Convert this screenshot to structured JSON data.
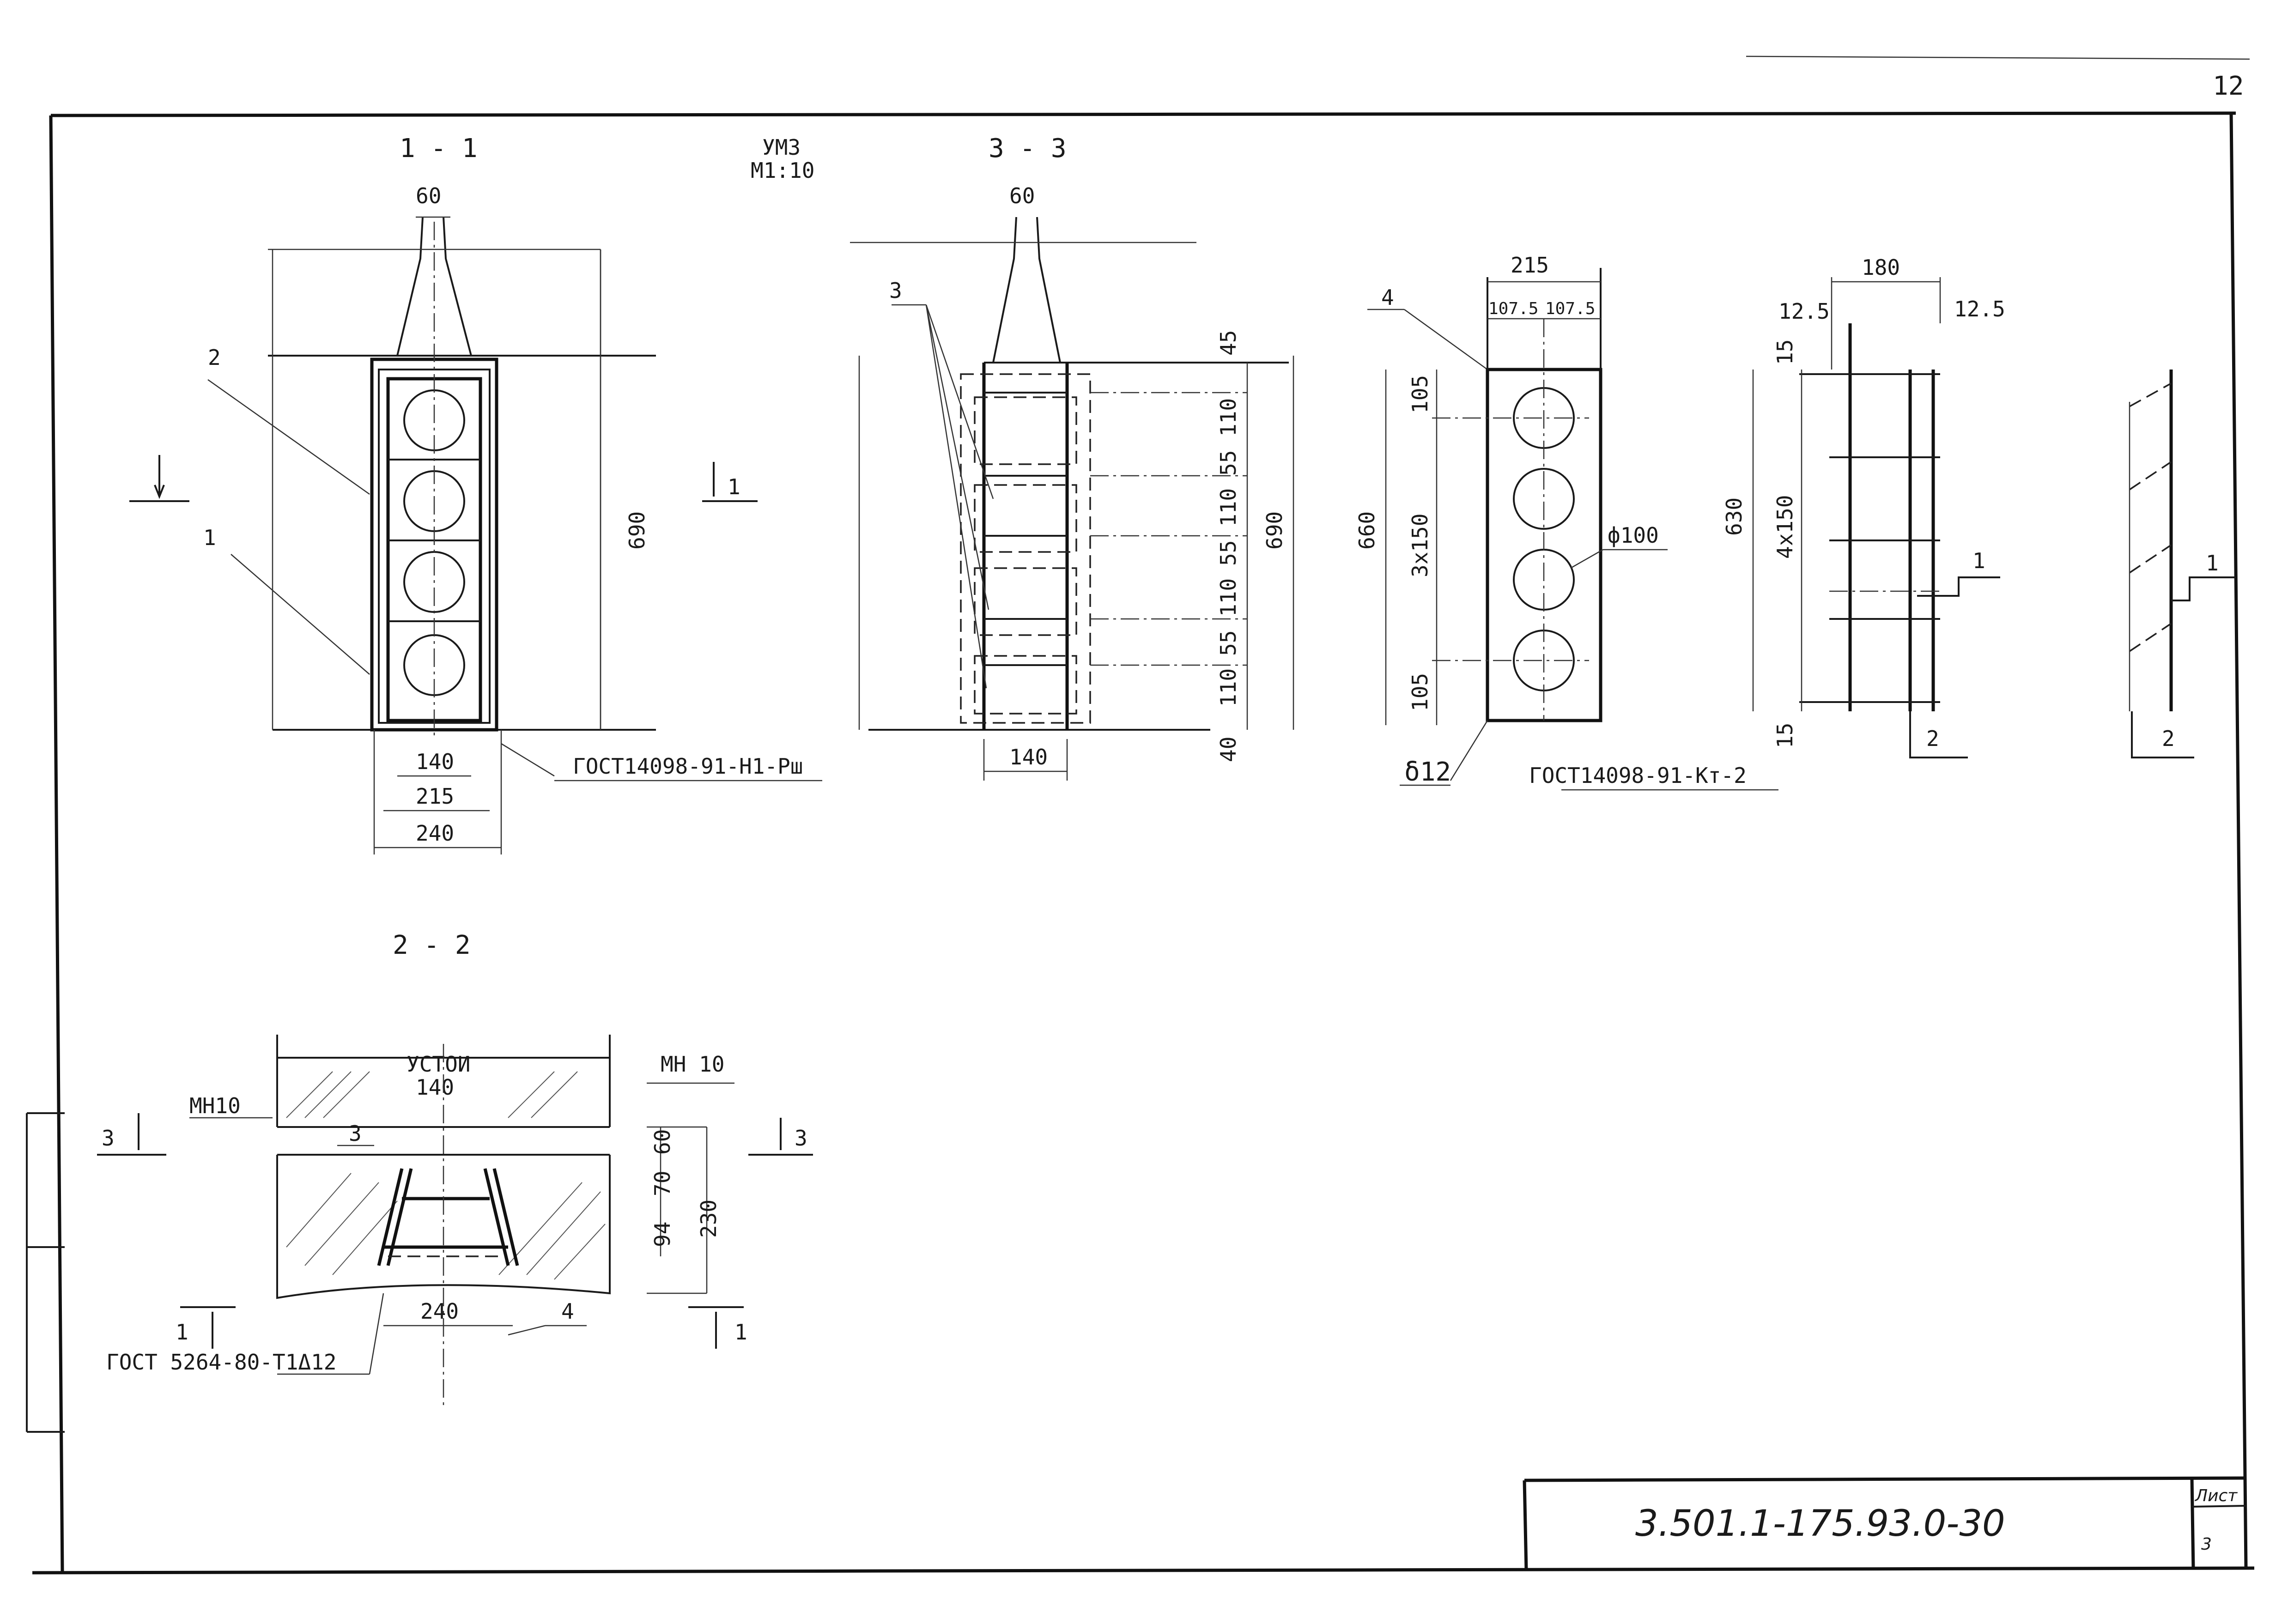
{
  "sheet": {
    "page_corner": "12",
    "title_code": "3.501.1-175.93.0-30",
    "sheet_label": "Лист",
    "sheet_number": "3"
  },
  "section_1_1": {
    "label": "1 - 1",
    "top_dim": "60",
    "dim_140": "140",
    "dim_215": "215",
    "dim_240": "240",
    "dim_690": "690",
    "callout_1": "1",
    "callout_2": "2",
    "cut_mark": "1",
    "standard": "ГОСТ14098-91-Н1-Рш"
  },
  "scale_note": {
    "line1": "УМ3",
    "line2": "М1:10"
  },
  "section_3_3": {
    "label": "3 - 3",
    "top_dim": "60",
    "callout_3": "3",
    "dims_right": [
      "45",
      "110",
      "55",
      "110",
      "55",
      "110",
      "55",
      "110",
      "40"
    ],
    "dim_690": "690",
    "dim_140": "140"
  },
  "plate": {
    "callout_4": "4",
    "dim_215": "215",
    "dim_107_left": "107.5",
    "dim_107_right": "107.5",
    "dim_660": "660",
    "dim_105_top": "105",
    "dim_3x150": "3x150",
    "dim_105_bottom": "105",
    "hole": "ф100",
    "thickness": "δ12",
    "standard": "ГОСТ14098-91-Кт-2"
  },
  "cage": {
    "dim_180": "180",
    "dim_12_5_left": "12.5",
    "dim_12_5_right": "12.5",
    "dim_15_top": "15",
    "dim_630": "630",
    "dim_4x150": "4x150",
    "dim_15_bottom": "15",
    "mark_1": "1",
    "mark_2": "2"
  },
  "side_view": {
    "mark_1": "1",
    "mark_2": "2"
  },
  "section_2_2": {
    "label": "2 - 2",
    "ustoi": "УСТОИ",
    "mn10_right": "МН 10",
    "mn10_left": "МН10",
    "dim_140": "140",
    "callout_3": "3",
    "dim_60": "60",
    "dim_70": "70",
    "dim_94": "94",
    "dim_230": "230",
    "dim_240": "240",
    "callout_4": "4",
    "cut_3_left": "3",
    "cut_3_right": "3",
    "cut_1_left": "1",
    "cut_1_right": "1",
    "standard": "ГОСТ 5264-80-Т1Δ12"
  }
}
